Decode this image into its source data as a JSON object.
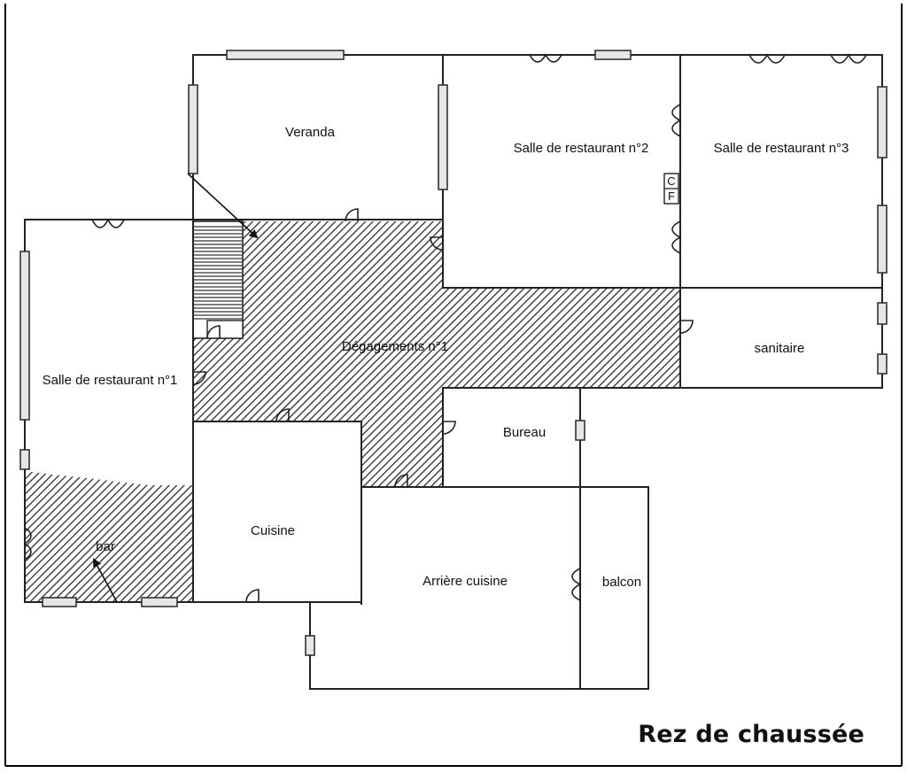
{
  "plan": {
    "title": "Rez de chaussée",
    "rooms": {
      "veranda": "Veranda",
      "salle_2": "Salle de restaurant n°2",
      "salle_3": "Salle de restaurant n°3",
      "salle_1": "Salle de restaurant n°1",
      "degagements": "Dégagements n°1",
      "sanitaire": "sanitaire",
      "bureau": "Bureau",
      "bar": "bar",
      "cuisine": "Cuisine",
      "arriere_cuisine": "Arrière cuisine",
      "balcon": "balcon"
    },
    "cf": {
      "top": "C",
      "bottom": "F"
    }
  }
}
